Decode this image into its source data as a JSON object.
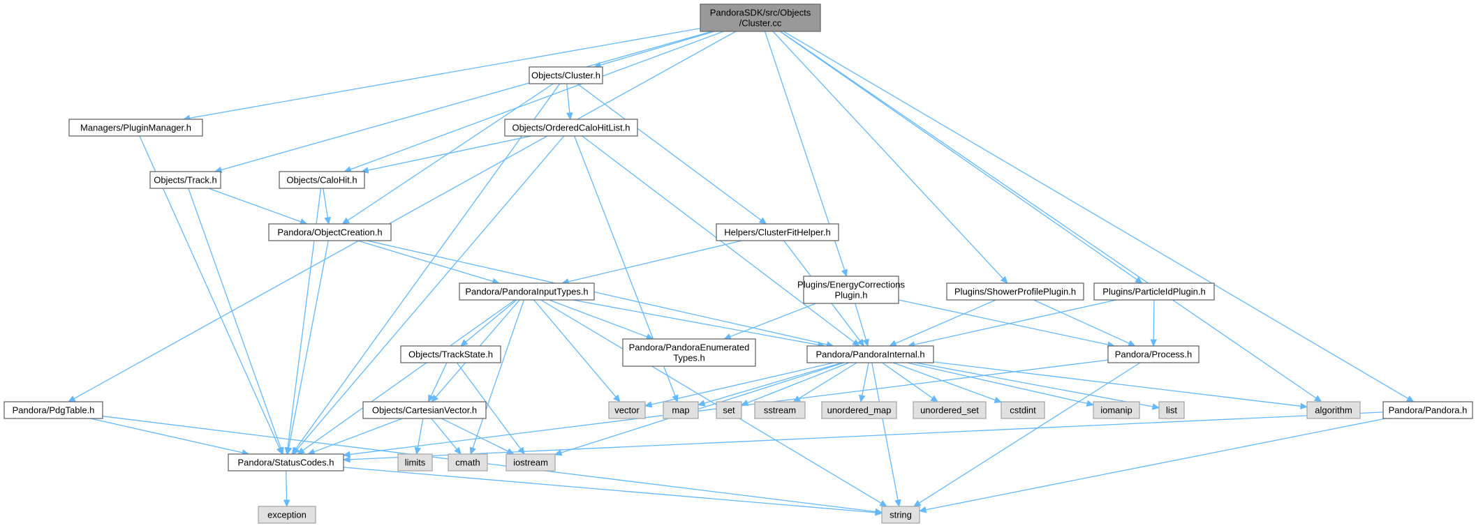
{
  "diagram": {
    "colors": {
      "edge": "#63b8ff",
      "root_fill": "#999999",
      "file_fill": "#ffffff",
      "system_fill": "#e0e0e0",
      "border": "#666666"
    },
    "nodes": [
      {
        "id": "root",
        "kind": "root",
        "lines": [
          "PandoraSDK/src/Objects",
          "/Cluster.cc"
        ]
      },
      {
        "id": "cluster_h",
        "kind": "file",
        "lines": [
          "Objects/Cluster.h"
        ]
      },
      {
        "id": "plugin_manager",
        "kind": "file",
        "lines": [
          "Managers/PluginManager.h"
        ]
      },
      {
        "id": "ordered_calohit",
        "kind": "file",
        "lines": [
          "Objects/OrderedCaloHitList.h"
        ]
      },
      {
        "id": "track_h",
        "kind": "file",
        "lines": [
          "Objects/Track.h"
        ]
      },
      {
        "id": "calohit_h",
        "kind": "file",
        "lines": [
          "Objects/CaloHit.h"
        ]
      },
      {
        "id": "object_creation",
        "kind": "file",
        "lines": [
          "Pandora/ObjectCreation.h"
        ]
      },
      {
        "id": "cluster_fit_helper",
        "kind": "file",
        "lines": [
          "Helpers/ClusterFitHelper.h"
        ]
      },
      {
        "id": "energy_corrections",
        "kind": "file",
        "lines": [
          "Plugins/EnergyCorrections",
          "Plugin.h"
        ]
      },
      {
        "id": "shower_profile",
        "kind": "file",
        "lines": [
          "Plugins/ShowerProfilePlugin.h"
        ]
      },
      {
        "id": "particle_id",
        "kind": "file",
        "lines": [
          "Plugins/ParticleIdPlugin.h"
        ]
      },
      {
        "id": "input_types",
        "kind": "file",
        "lines": [
          "Pandora/PandoraInputTypes.h"
        ]
      },
      {
        "id": "enumerated_types",
        "kind": "file",
        "lines": [
          "Pandora/PandoraEnumerated",
          "Types.h"
        ]
      },
      {
        "id": "track_state",
        "kind": "file",
        "lines": [
          "Objects/TrackState.h"
        ]
      },
      {
        "id": "pandora_internal",
        "kind": "file",
        "lines": [
          "Pandora/PandoraInternal.h"
        ]
      },
      {
        "id": "process_h",
        "kind": "file",
        "lines": [
          "Pandora/Process.h"
        ]
      },
      {
        "id": "pdg_table",
        "kind": "file",
        "lines": [
          "Pandora/PdgTable.h"
        ]
      },
      {
        "id": "cartesian_vector",
        "kind": "file",
        "lines": [
          "Objects/CartesianVector.h"
        ]
      },
      {
        "id": "vector",
        "kind": "sys",
        "lines": [
          "vector"
        ]
      },
      {
        "id": "map",
        "kind": "sys",
        "lines": [
          "map"
        ]
      },
      {
        "id": "set",
        "kind": "sys",
        "lines": [
          "set"
        ]
      },
      {
        "id": "sstream",
        "kind": "sys",
        "lines": [
          "sstream"
        ]
      },
      {
        "id": "unordered_map",
        "kind": "sys",
        "lines": [
          "unordered_map"
        ]
      },
      {
        "id": "unordered_set",
        "kind": "sys",
        "lines": [
          "unordered_set"
        ]
      },
      {
        "id": "cstdint",
        "kind": "sys",
        "lines": [
          "cstdint"
        ]
      },
      {
        "id": "iomanip",
        "kind": "sys",
        "lines": [
          "iomanip"
        ]
      },
      {
        "id": "list",
        "kind": "sys",
        "lines": [
          "list"
        ]
      },
      {
        "id": "algorithm",
        "kind": "sys",
        "lines": [
          "algorithm"
        ]
      },
      {
        "id": "pandora_h",
        "kind": "file",
        "lines": [
          "Pandora/Pandora.h"
        ]
      },
      {
        "id": "status_codes",
        "kind": "file",
        "lines": [
          "Pandora/StatusCodes.h"
        ]
      },
      {
        "id": "limits",
        "kind": "sys",
        "lines": [
          "limits"
        ]
      },
      {
        "id": "cmath",
        "kind": "sys",
        "lines": [
          "cmath"
        ]
      },
      {
        "id": "iostream",
        "kind": "sys",
        "lines": [
          "iostream"
        ]
      },
      {
        "id": "exception",
        "kind": "sys",
        "lines": [
          "exception"
        ]
      },
      {
        "id": "string",
        "kind": "sys",
        "lines": [
          "string"
        ]
      }
    ],
    "edges": [
      [
        "root",
        "cluster_h"
      ],
      [
        "root",
        "plugin_manager"
      ],
      [
        "root",
        "track_h"
      ],
      [
        "root",
        "calohit_h"
      ],
      [
        "root",
        "pdg_table"
      ],
      [
        "root",
        "energy_corrections"
      ],
      [
        "root",
        "shower_profile"
      ],
      [
        "root",
        "particle_id"
      ],
      [
        "root",
        "algorithm"
      ],
      [
        "root",
        "pandora_h"
      ],
      [
        "cluster_h",
        "ordered_calohit"
      ],
      [
        "cluster_h",
        "cluster_fit_helper"
      ],
      [
        "cluster_h",
        "object_creation"
      ],
      [
        "cluster_h",
        "status_codes"
      ],
      [
        "ordered_calohit",
        "calohit_h"
      ],
      [
        "ordered_calohit",
        "status_codes"
      ],
      [
        "ordered_calohit",
        "pandora_internal"
      ],
      [
        "ordered_calohit",
        "map"
      ],
      [
        "plugin_manager",
        "status_codes"
      ],
      [
        "track_h",
        "object_creation"
      ],
      [
        "track_h",
        "status_codes"
      ],
      [
        "calohit_h",
        "object_creation"
      ],
      [
        "calohit_h",
        "status_codes"
      ],
      [
        "object_creation",
        "input_types"
      ],
      [
        "object_creation",
        "status_codes"
      ],
      [
        "object_creation",
        "pandora_internal"
      ],
      [
        "cluster_fit_helper",
        "input_types"
      ],
      [
        "cluster_fit_helper",
        "pandora_internal"
      ],
      [
        "energy_corrections",
        "pandora_internal"
      ],
      [
        "energy_corrections",
        "enumerated_types"
      ],
      [
        "energy_corrections",
        "process_h"
      ],
      [
        "shower_profile",
        "pandora_internal"
      ],
      [
        "shower_profile",
        "process_h"
      ],
      [
        "particle_id",
        "pandora_internal"
      ],
      [
        "particle_id",
        "process_h"
      ],
      [
        "input_types",
        "track_state"
      ],
      [
        "input_types",
        "cartesian_vector"
      ],
      [
        "input_types",
        "enumerated_types"
      ],
      [
        "input_types",
        "pandora_internal"
      ],
      [
        "input_types",
        "status_codes"
      ],
      [
        "input_types",
        "vector"
      ],
      [
        "input_types",
        "cmath"
      ],
      [
        "input_types",
        "string"
      ],
      [
        "track_state",
        "cartesian_vector"
      ],
      [
        "track_state",
        "iostream"
      ],
      [
        "cartesian_vector",
        "status_codes"
      ],
      [
        "cartesian_vector",
        "limits"
      ],
      [
        "cartesian_vector",
        "cmath"
      ],
      [
        "cartesian_vector",
        "iostream"
      ],
      [
        "pandora_internal",
        "vector"
      ],
      [
        "pandora_internal",
        "map"
      ],
      [
        "pandora_internal",
        "set"
      ],
      [
        "pandora_internal",
        "sstream"
      ],
      [
        "pandora_internal",
        "unordered_map"
      ],
      [
        "pandora_internal",
        "unordered_set"
      ],
      [
        "pandora_internal",
        "cstdint"
      ],
      [
        "pandora_internal",
        "iomanip"
      ],
      [
        "pandora_internal",
        "list"
      ],
      [
        "pandora_internal",
        "algorithm"
      ],
      [
        "pandora_internal",
        "iostream"
      ],
      [
        "pandora_internal",
        "string"
      ],
      [
        "process_h",
        "status_codes"
      ],
      [
        "process_h",
        "string"
      ],
      [
        "pdg_table",
        "status_codes"
      ],
      [
        "pdg_table",
        "string"
      ],
      [
        "pandora_h",
        "status_codes"
      ],
      [
        "pandora_h",
        "string"
      ],
      [
        "status_codes",
        "exception"
      ],
      [
        "status_codes",
        "string"
      ]
    ]
  }
}
